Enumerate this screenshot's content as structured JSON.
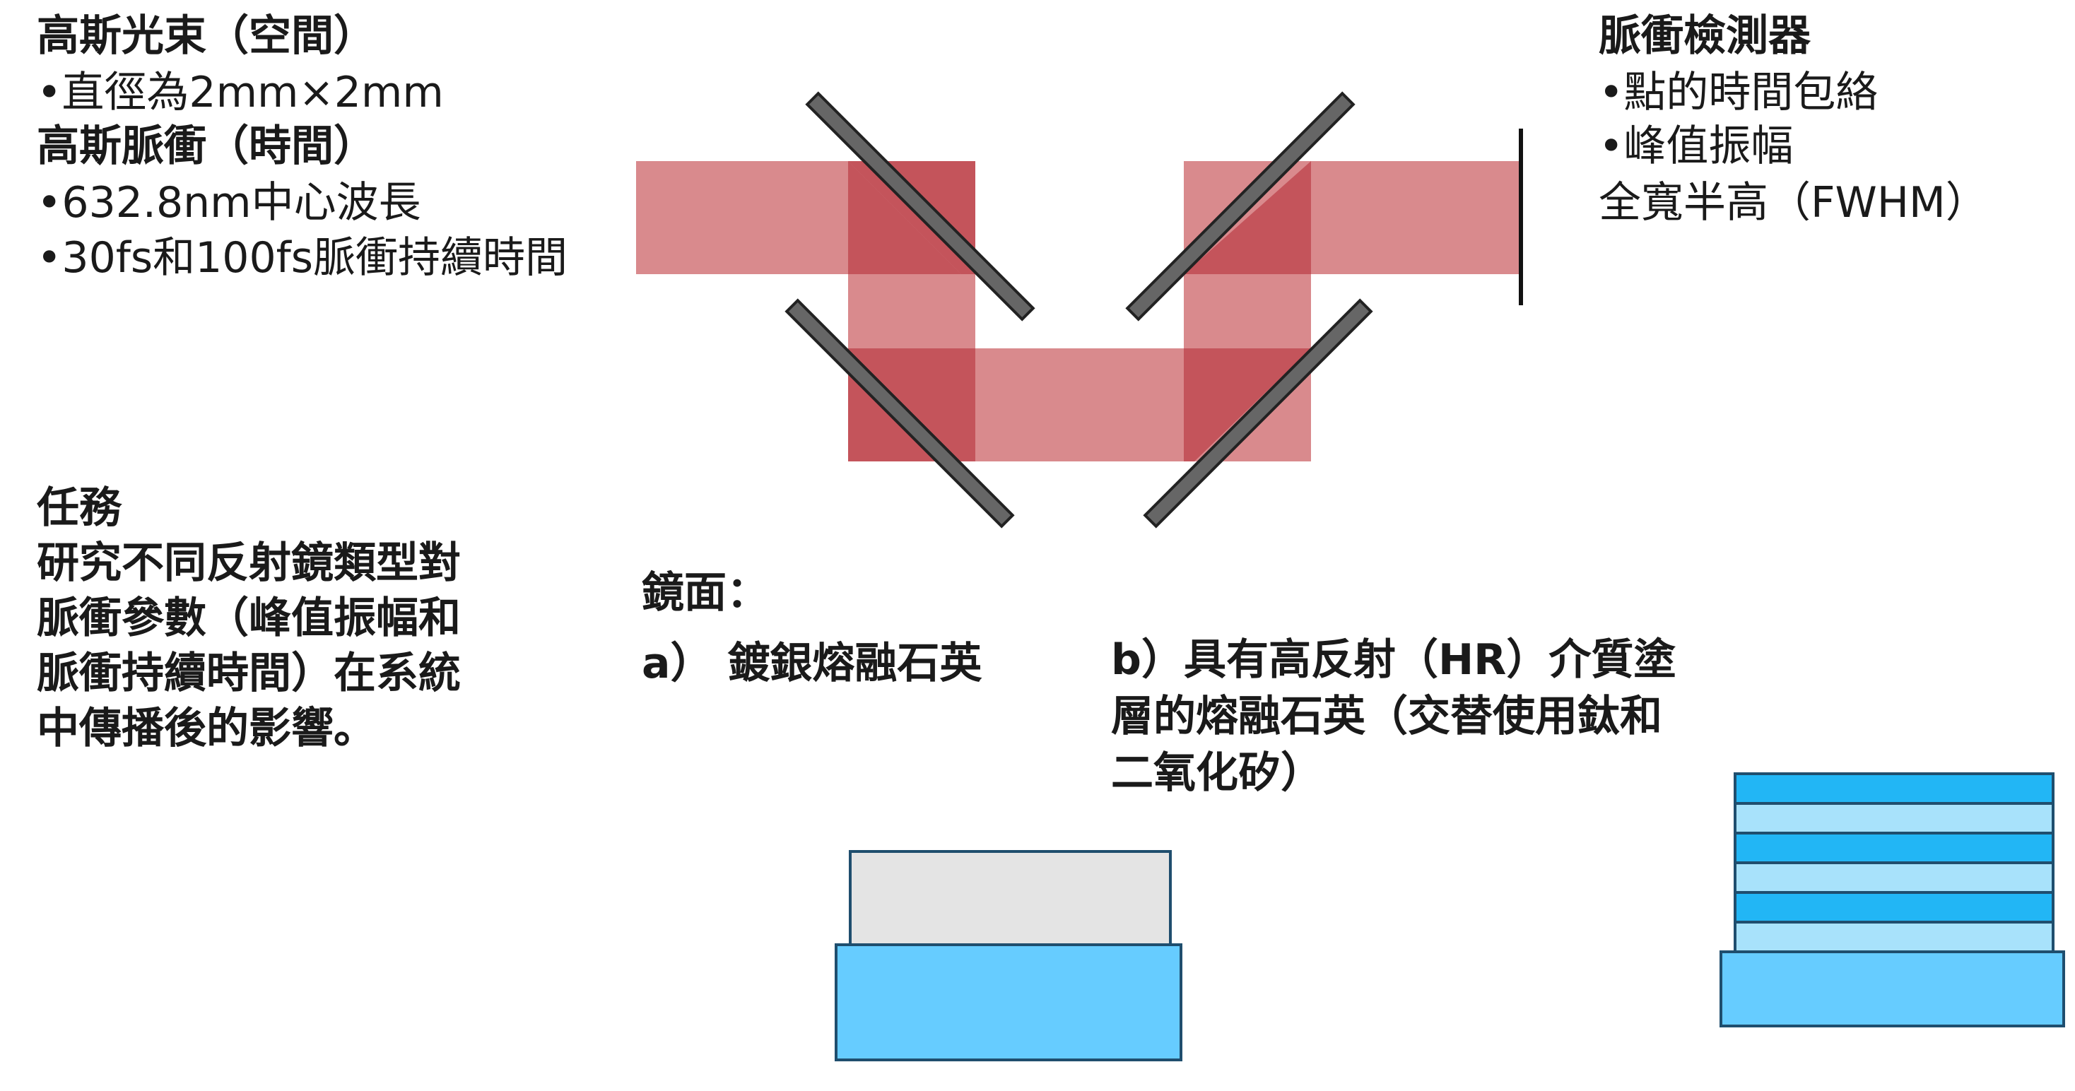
{
  "beam_info": {
    "spatial_title": "高斯光束（空間）",
    "spatial_item": "•直徑為2mm×2mm",
    "temporal_title": "高斯脈衝（時間）",
    "temporal_item_1": "•632.8nm中心波長",
    "temporal_item_2": "•30fs和100fs脈衝持續時間"
  },
  "detector_info": {
    "title": "脈衝檢測器",
    "item_1": "•點的時間包絡",
    "item_2": "•峰值振幅",
    "item_3": "全寬半高（FWHM）"
  },
  "task": {
    "title": "任務",
    "line_1": "研究不同反射鏡類型對",
    "line_2": "脈衝參數（峰值振幅和",
    "line_3": "脈衝持續時間）在系統",
    "line_4": "中傳播後的影響。"
  },
  "mirrors": {
    "heading": "鏡面：",
    "option_a": "a） 鍍銀熔融石英",
    "option_b_line_1": "b）具有高反射（HR）介質塗",
    "option_b_line_2": "層的熔融石英（交替使用鈦和",
    "option_b_line_3": "二氧化矽）"
  },
  "colors": {
    "beam": "#d98a8d",
    "beam_overlap": "#c04a52",
    "mirror": "#666666",
    "substrate": "#66ccff",
    "silver_coating": "#e4e4e4",
    "hr_layer_dark": "#22b6f5",
    "hr_layer_light": "#a8e2fb",
    "outline": "#1f4e6e"
  }
}
